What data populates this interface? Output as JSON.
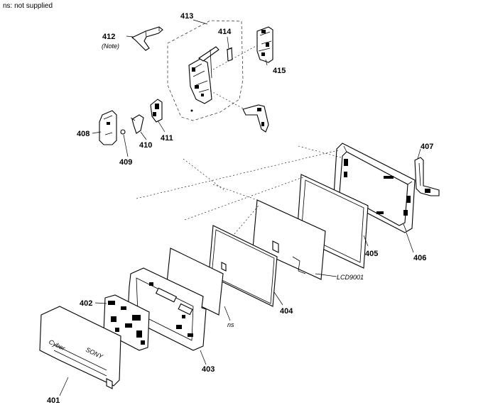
{
  "header_note": "ns: not supplied",
  "labels": {
    "p401": "401",
    "p402": "402",
    "p403": "403",
    "p404": "404",
    "p405": "405",
    "p406": "406",
    "p407": "407",
    "p408": "408",
    "p409": "409",
    "p410": "410",
    "p411": "411",
    "p412": "412",
    "p412_note": "(Note)",
    "p413": "413",
    "p414": "414",
    "p415": "415",
    "lcd": "LCD9001",
    "ns": "ns"
  },
  "panel_text": {
    "brand_left": "Cyber",
    "brand_right": "SONY"
  }
}
